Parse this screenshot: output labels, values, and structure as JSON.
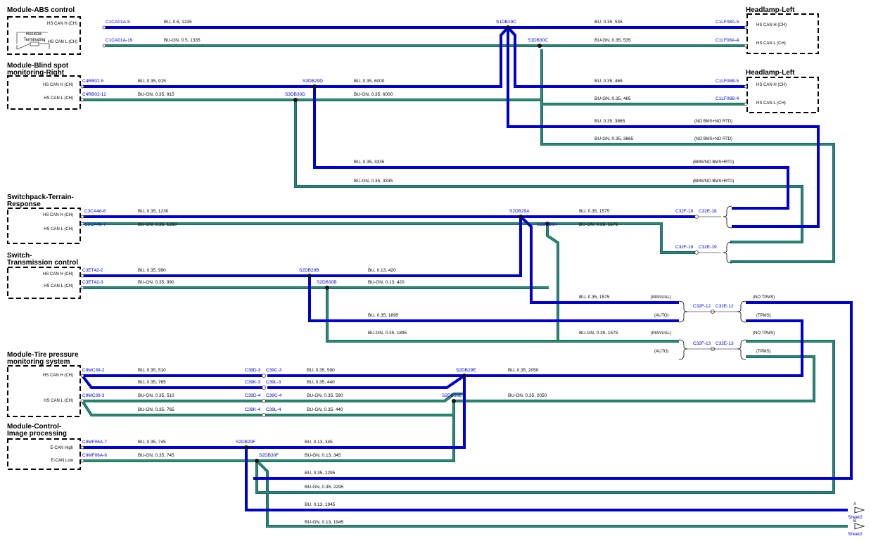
{
  "modules": {
    "abs": {
      "title": "Module-ABS control",
      "pin_h": "HS CAN H (CH)",
      "pin_l": "HS CAN L (CH)",
      "resistor": [
        "Resistor-",
        "Terminating"
      ]
    },
    "bsm": {
      "title": [
        "Module-Blind spot",
        "monitoring-Right"
      ],
      "pin_h": "HS CAN H (CH)",
      "pin_l": "HS CAN L (CH)"
    },
    "hl1": {
      "title": "Headlamp-Left",
      "pin_h": "HS CAN H (CH)",
      "pin_l": "HS CAN L (CH)"
    },
    "hl2": {
      "title": "Headlamp-Left",
      "pin_h": "HS CAN H (CH)",
      "pin_l": "HS CAN L (CH)"
    },
    "sw": {
      "title": [
        "Switchpack-Terrain-",
        "Response"
      ],
      "pin_h": "HS CAN H (CH)",
      "pin_l": "HS CAN L (CH)"
    },
    "tc": {
      "title": [
        "Switch-",
        "Transmission control"
      ],
      "pin_h": "HS CAN H (CH)",
      "pin_l": "HS CAN L (CH)"
    },
    "tpms": {
      "title": [
        "Module-Tire pressure",
        "monitoring system"
      ],
      "pin_h": "HS CAN H (CH)",
      "pin_l": "HS CAN L (CH)"
    },
    "img": {
      "title": [
        "Module-Control-",
        "Image processing"
      ],
      "pin_h": "E-CAN High",
      "pin_l": "E-CAN Low"
    }
  },
  "connectors": {
    "c1ca01a5": "C1CA01A-5",
    "c1ca01a19": "C1CA01A-19",
    "s1db29c": "S1DB29C",
    "s1db30c": "S1DB30C",
    "c1lf08a5": "C1LF08A-5",
    "c1lf08a4": "C1LF08A-4",
    "c1lf08b5": "C1LF08B-5",
    "c1lf08b4": "C1LF08B-4",
    "c4rb025": "C4RB02-5",
    "c4rb0212": "C4RB02-12",
    "s3db29d": "S3DB29D",
    "s3db30d": "S3DB30D",
    "c3ca466": "C3CA46-6",
    "c3ca467": "C3CA46-7",
    "s2db29a": "S2DB29A",
    "s2db30a": "S2DB30A",
    "c32f18": "C32F-18",
    "c32e18": "C32E-18",
    "c32f19": "C32F-19",
    "c32e19": "C32E-19",
    "c3et422": "C3ET42-2",
    "c3et423": "C3ET42-3",
    "s2db29b": "S2DB29B",
    "s2db30b": "S2DB30B",
    "c32f12": "C32F-12",
    "c32e12": "C32E-12",
    "c32f13": "C32F-13",
    "c32e13": "C32E-13",
    "c9mc392": "C9MC39-2",
    "c9mc393": "C9MC39-3",
    "c39d3": "C39D-3",
    "c39c3": "C39C-3",
    "c39k3": "C39K-3",
    "c39l3": "C39L-3",
    "c39d4": "C39D-4",
    "c39c4": "C39C-4",
    "c39k4": "C39K-4",
    "c39l4": "C39L-4",
    "s2db29e": "S2DB29E",
    "s2db30e": "S2DB30E",
    "c9mf06a7": "C9MF06A-7",
    "c9mf06a8": "C9MF06A-8",
    "s2db29f": "S2DB29F",
    "s2db30f": "S2DB30F",
    "sheet2a": "Sheet2",
    "sheet2b": "Sheet2"
  },
  "wires": {
    "w1": "BU,  0.5,  1335",
    "w2": "BU-GN,  0.5,  1335",
    "w3": "BU,  0.35,  535",
    "w4": "BU-GN,  0.35,  535",
    "w5": "BU,  0.35,  915",
    "w6": "BU-GN,  0.35,  915",
    "w7": "BU,  0.35,  6000",
    "w8": "BU-GN,  0.35,  6000",
    "w9": "BU,  0.35,  465",
    "w10": "BU-GN,  0.35,  465",
    "w11": "BU,  0.35,  3865",
    "w12": "BU-GN,  0.35,  3865",
    "w13": "BU,  0.35,  3335",
    "w14": "BU-GN,  0.35,  3335",
    "w15": "BU,  0.35,  1230",
    "w16": "BU-GN,  0.35,  1230",
    "w17": "BU,  0.35,  1575",
    "w18": "BU-GN,  0.35,  1575",
    "w19": "BU,  0.35,  990",
    "w20": "BU-GN,  0.35,  990",
    "w21": "BU,  0.13,  420",
    "w22": "BU-GN,  0.13,  420",
    "w23": "BU,  0.35,  1575",
    "w24": "BU,  0.35,  1895",
    "w25": "BU-GN,  0.35,  1895",
    "w26": "BU-GN,  0.35,  1575",
    "w27": "BU,  0.35,  510",
    "w28": "BU,  0.35,  590",
    "w29": "BU,  0.35,  765",
    "w30": "BU,  0.35,  440",
    "w31": "BU-GN,  0.35,  510",
    "w32": "BU-GN,  0.35,  590",
    "w33": "BU-GN,  0.35,  765",
    "w34": "BU-GN,  0.35,  440",
    "w35": "BU,  0.35,  2050",
    "w36": "BU-GN,  0.35,  2050",
    "w37": "BU,  0.35,  745",
    "w38": "BU-GN,  0.35,  745",
    "w39": "BU,  0.13,  345",
    "w40": "BU-GN,  0.13,  345",
    "w41": "BU,  0.35,  2295",
    "w42": "BU-GN,  0.35,  2295",
    "w43": "BU,  0.13,  1945",
    "w44": "BU-GN,  0.13,  1945"
  },
  "notes": {
    "n1": "(NO BMS+NO RTD)",
    "n2": "(NO BMS+NO RTD)",
    "n3": "(BMS/NO BMS+RTD)",
    "n4": "(BMS/NO BMS+RTD)",
    "manual1": "(MANUAL)",
    "auto1": "(AUTO)",
    "manual2": "(MANUAL)",
    "auto2": "(AUTO)",
    "tpms1": "(NO TPMS)",
    "tpms2": "(TPMS)",
    "tpms3": "(NO TPMS)",
    "tpms4": "(TPMS)",
    "sheet_a": "A",
    "sheet_b": "B"
  },
  "colors": {
    "bu": "#0000cc",
    "bu_gn_outer": "#1f5f7a",
    "bu_gn_inner": "#2aa05a",
    "label": "#0000cc"
  }
}
